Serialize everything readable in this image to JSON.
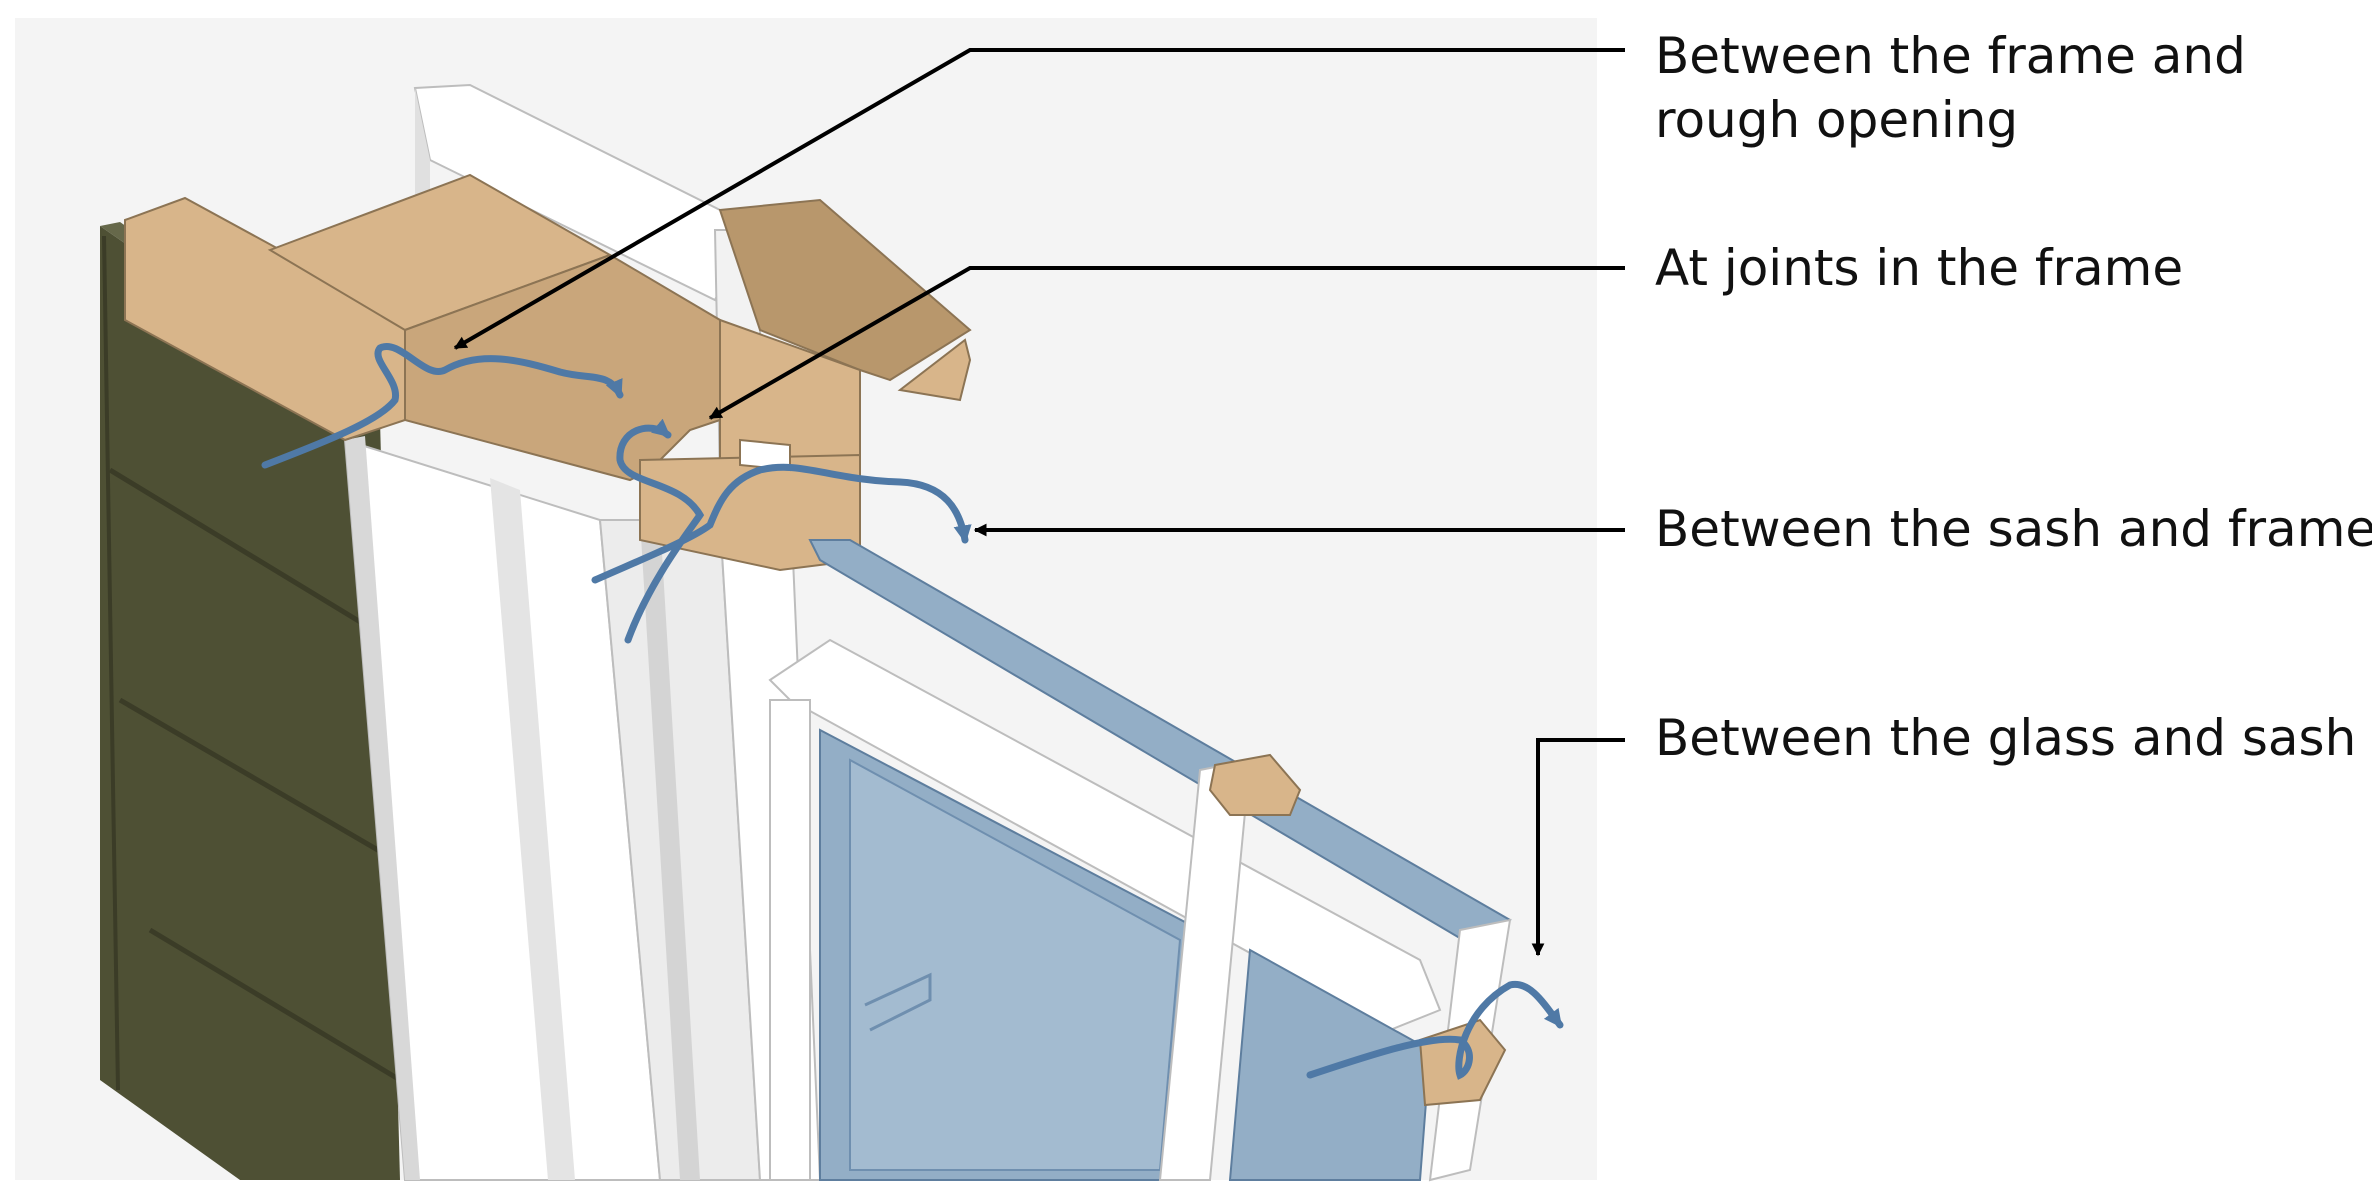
{
  "labels": {
    "rough_opening": [
      "Between the frame and",
      "rough opening"
    ],
    "frame_joints": "At joints in the frame",
    "sash_frame": "Between the sash and frame",
    "glass_sash": "Between the glass and sash"
  },
  "colors": {
    "background_panel": "#F4F4F4",
    "siding": "#4E5034",
    "wood": "#D8B58A",
    "wood_dark": "#B8976C",
    "trim": "#FFFFFF",
    "trim_shade": "#E2E2E2",
    "glass": "#93AEC6",
    "glass_dark": "#6F8FAF",
    "air_arrow": "#4F79A6",
    "leader": "#000000"
  },
  "icons": {
    "air_leak_arrow": "curved-arrow-icon",
    "leader_arrow": "arrowhead-icon"
  }
}
